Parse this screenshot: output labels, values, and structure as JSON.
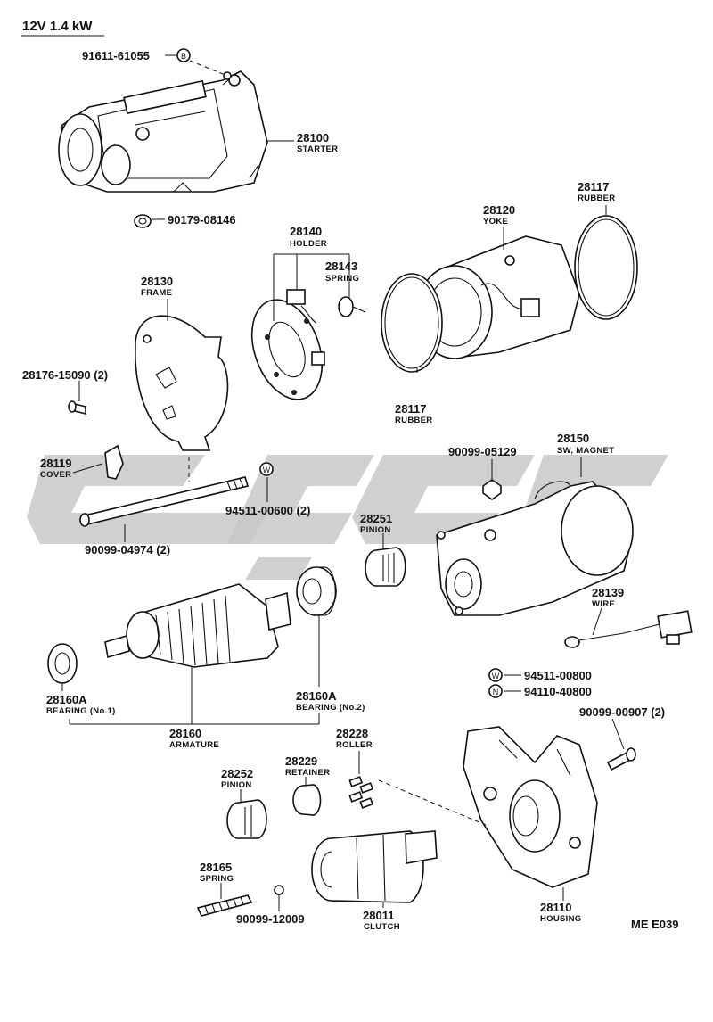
{
  "title": "12V 1.4 kW",
  "diagram_code": "ME E039",
  "callouts": [
    {
      "id": "p91611",
      "number": "91611-61055",
      "name": "",
      "marker": "B"
    },
    {
      "id": "p28100",
      "number": "28100",
      "name": "STARTER"
    },
    {
      "id": "p90179",
      "number": "90179-08146",
      "name": ""
    },
    {
      "id": "p28140",
      "number": "28140",
      "name": "HOLDER"
    },
    {
      "id": "p28143",
      "number": "28143",
      "name": "SPRING"
    },
    {
      "id": "p28120",
      "number": "28120",
      "name": "YOKE"
    },
    {
      "id": "p28117a",
      "number": "28117",
      "name": "RUBBER"
    },
    {
      "id": "p28130",
      "number": "28130",
      "name": "FRAME"
    },
    {
      "id": "p28176",
      "number": "28176-15090 (2)",
      "name": ""
    },
    {
      "id": "p28117b",
      "number": "28117",
      "name": "RUBBER"
    },
    {
      "id": "p28119",
      "number": "28119",
      "name": "COVER"
    },
    {
      "id": "p94511a",
      "number": "94511-00600 (2)",
      "name": "",
      "marker": "W"
    },
    {
      "id": "p90099a",
      "number": "90099-04974 (2)",
      "name": ""
    },
    {
      "id": "p90099b",
      "number": "90099-05129",
      "name": ""
    },
    {
      "id": "p28150",
      "number": "28150",
      "name": "SW, MAGNET"
    },
    {
      "id": "p28251",
      "number": "28251",
      "name": "PINION"
    },
    {
      "id": "p28139",
      "number": "28139",
      "name": "WIRE"
    },
    {
      "id": "p94511b",
      "number": "94511-00800",
      "name": "",
      "marker": "W"
    },
    {
      "id": "p94110",
      "number": "94110-40800",
      "name": "",
      "marker": "N"
    },
    {
      "id": "p28160A1",
      "number": "28160A",
      "name": "BEARING (No.1)"
    },
    {
      "id": "p28160A2",
      "number": "28160A",
      "name": "BEARING (No.2)"
    },
    {
      "id": "p28160",
      "number": "28160",
      "name": "ARMATURE"
    },
    {
      "id": "p90099c",
      "number": "90099-00907 (2)",
      "name": ""
    },
    {
      "id": "p28228",
      "number": "28228",
      "name": "ROLLER"
    },
    {
      "id": "p28229",
      "number": "28229",
      "name": "RETAINER"
    },
    {
      "id": "p28252",
      "number": "28252",
      "name": "PINION"
    },
    {
      "id": "p28165",
      "number": "28165",
      "name": "SPRING"
    },
    {
      "id": "p90099d",
      "number": "90099-12009",
      "name": ""
    },
    {
      "id": "p28011",
      "number": "28011",
      "name": "CLUTCH"
    },
    {
      "id": "p28110",
      "number": "28110",
      "name": "HOUSING"
    }
  ]
}
